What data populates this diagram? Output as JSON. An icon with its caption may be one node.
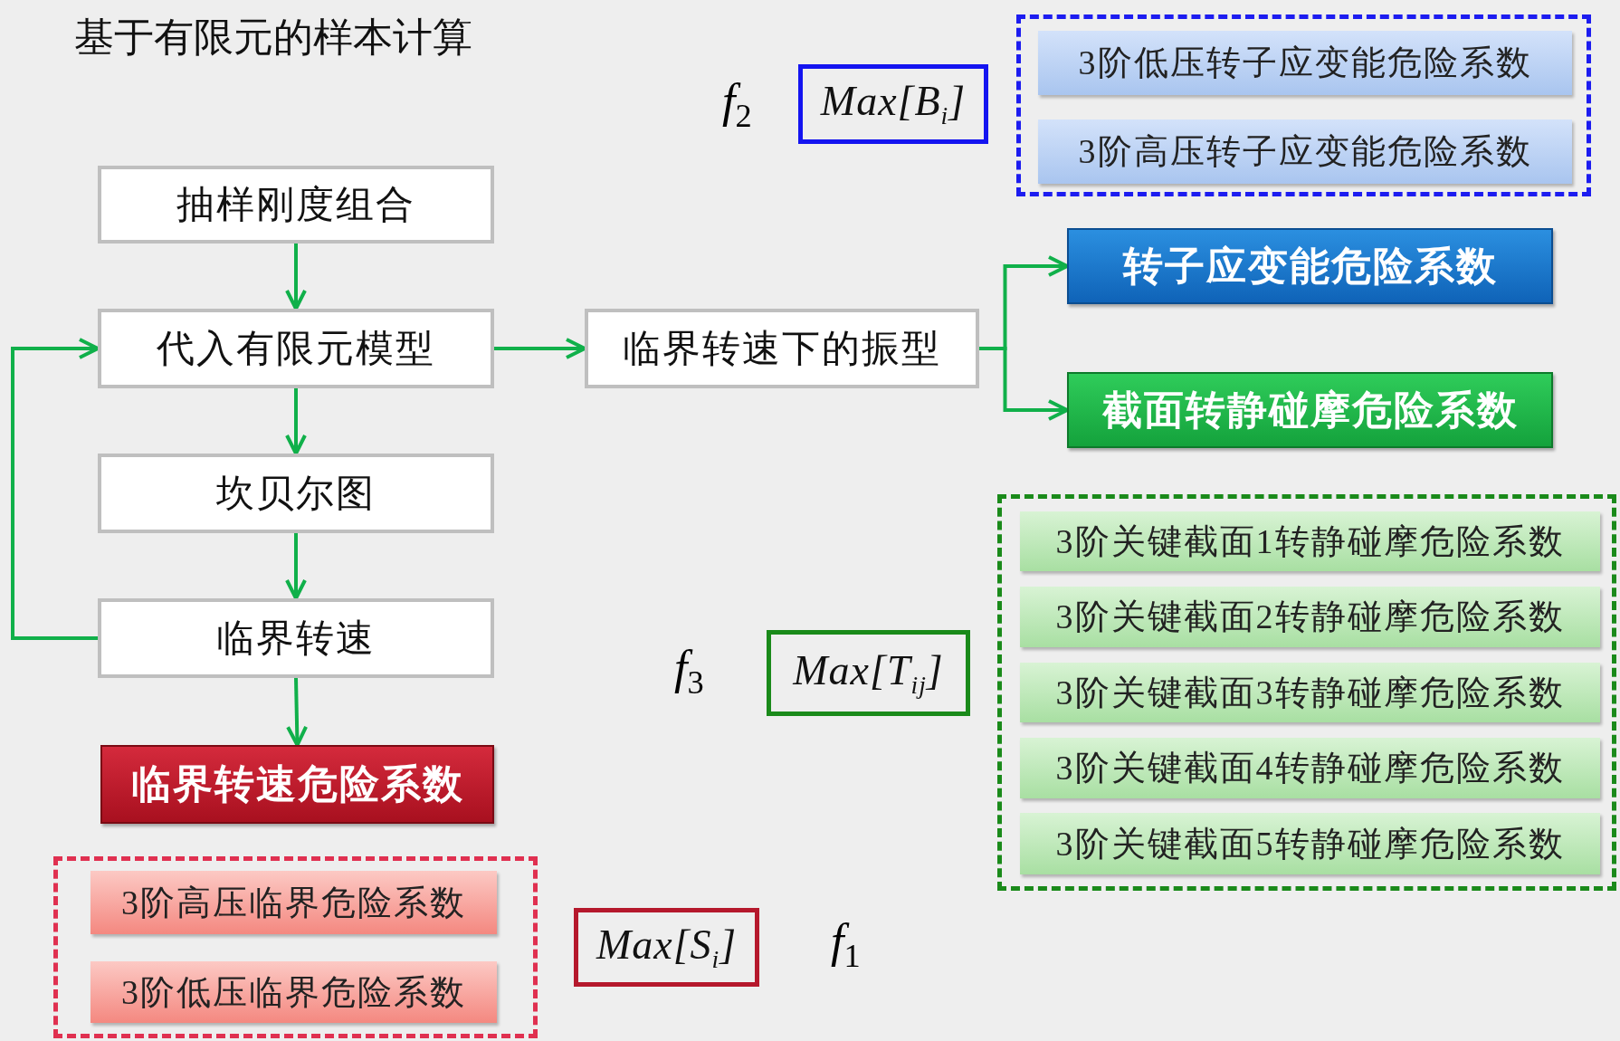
{
  "diagram": {
    "title": "基于有限元的样本计算",
    "nodes": [
      {
        "text": [
          "抽样刚度组合"
        ]
      },
      {
        "text": [
          "代入有限元模型"
        ]
      },
      {
        "text": [
          "临界转速下的振型"
        ]
      },
      {
        "text": [
          "坎贝尔图"
        ]
      },
      {
        "text": [
          "临界转速"
        ]
      },
      {
        "text": [
          "临界转速危险系数"
        ]
      },
      {
        "text": [
          "转子应变能危险系数"
        ]
      },
      {
        "text": [
          "截面转静碰摩危险系数"
        ]
      },
      {
        "text": [
          "Max[B$_{i}$]"
        ]
      },
      {
        "text": [],
        "shape": "box"
      },
      {
        "text": [
          "3阶低压转子应变能危险系数"
        ],
        "in": 9
      },
      {
        "text": [
          "3阶高压转子应变能危险系数"
        ],
        "in": 9
      },
      {
        "text": [
          "Max[T$_{ij}$]"
        ]
      },
      {
        "text": [],
        "shape": "box"
      },
      {
        "text": [
          "3阶关键截面1转静碰摩危险系数"
        ],
        "in": 13
      },
      {
        "text": [
          "3阶关键截面2转静碰摩危险系数"
        ],
        "in": 13
      },
      {
        "text": [
          "3阶关键截面3转静碰摩危险系数"
        ],
        "in": 13
      },
      {
        "text": [
          "3阶关键截面4转静碰摩危险系数"
        ],
        "in": 13
      },
      {
        "text": [
          "3阶关键截面5转静碰摩危险系数"
        ],
        "in": 13
      },
      {
        "text": [],
        "shape": "box"
      },
      {
        "text": [
          "3阶高压临界危险系数"
        ],
        "in": 19
      },
      {
        "text": [
          "3阶低压临界危险系数"
        ],
        "in": 19
      },
      {
        "text": [
          "Max[S$_{i}$]"
        ]
      }
    ],
    "edges": [
      {
        "from": 0,
        "to": 1,
        "arrow": "to"
      },
      {
        "from": 1,
        "to": 3,
        "arrow": "to"
      },
      {
        "from": 3,
        "to": 4,
        "arrow": "to"
      },
      {
        "from": 4,
        "to": 5,
        "arrow": "to"
      },
      {
        "from": 4,
        "to": 1,
        "arrow": "to"
      },
      {
        "from": 1,
        "to": 2,
        "arrow": "to"
      },
      {
        "from": 2,
        "to": 6,
        "arrow": "to"
      },
      {
        "from": 2,
        "to": 7,
        "arrow": "to"
      }
    ],
    "labels": [
      "*f*$_{2}$",
      "*f*$_{3}$",
      "*f*$_{1}$"
    ]
  }
}
